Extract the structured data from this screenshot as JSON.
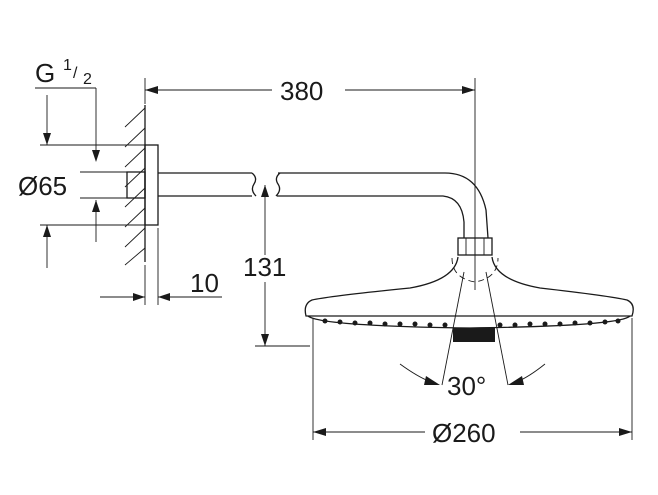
{
  "labels": {
    "thread_main": "G",
    "thread_num": "1",
    "thread_den": "2",
    "arm_length": "380",
    "flange_diameter": "Ø65",
    "drop_height": "131",
    "wall_offset": "10",
    "spray_angle": "30°",
    "head_diameter": "Ø260"
  },
  "colors": {
    "line": "#1a1a1a",
    "background": "#ffffff"
  }
}
